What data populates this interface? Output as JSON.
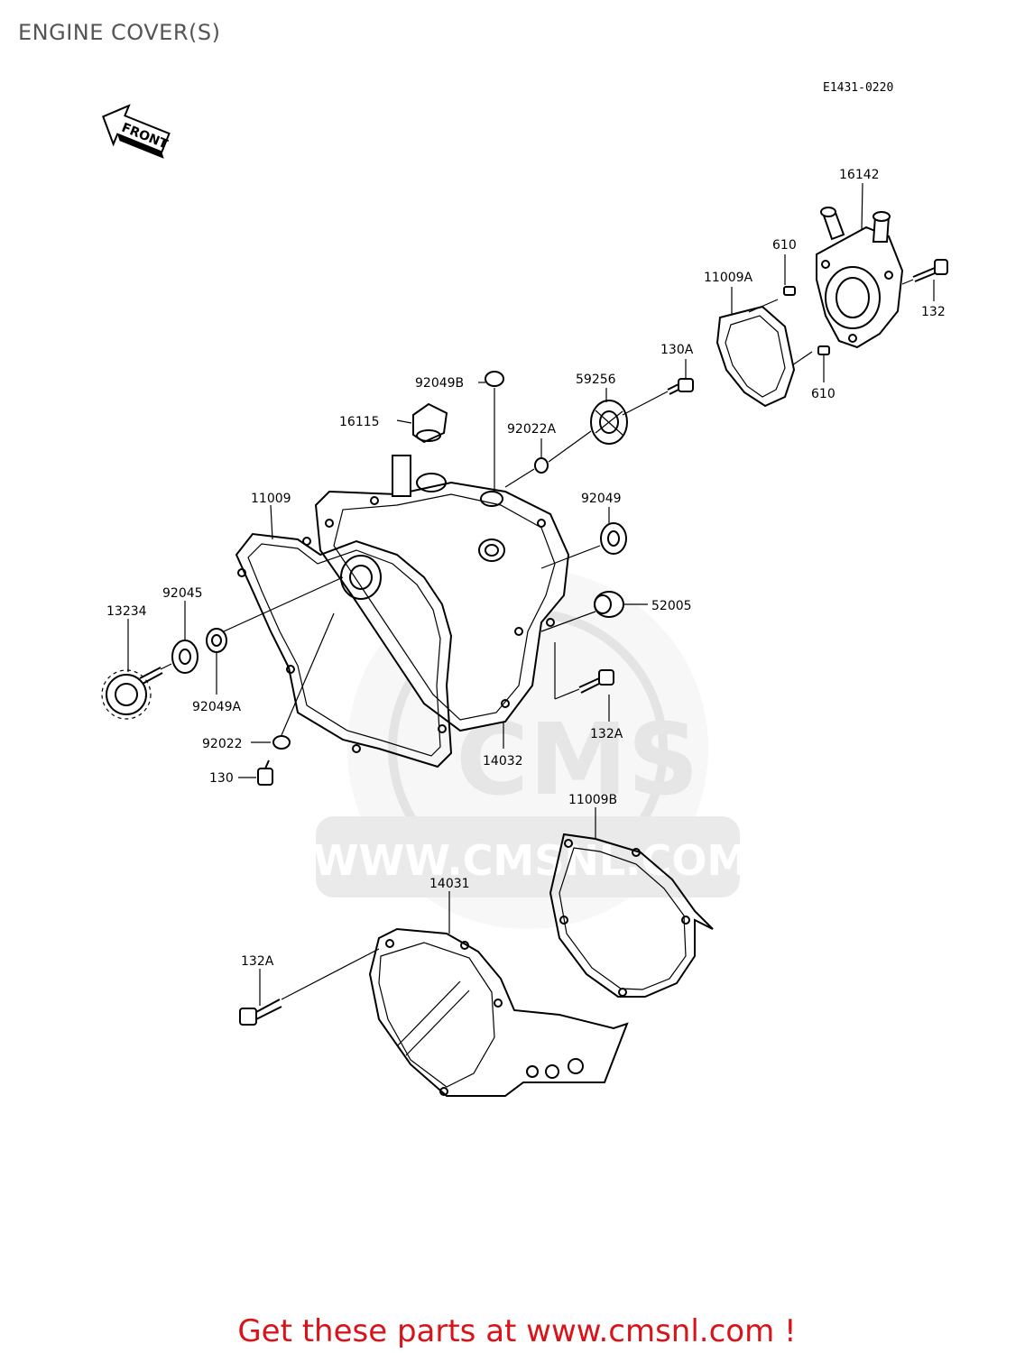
{
  "page": {
    "title": "ENGINE COVER(S)",
    "diagram_code": "E1431-0220",
    "front_label": "FRONT",
    "footer_text": "Get these parts at www.cmsnl.com !"
  },
  "watermark": {
    "brand": "CMS",
    "url": "WWW.CMSNL.COM"
  },
  "parts": [
    {
      "id": "16142",
      "label": "16142"
    },
    {
      "id": "610-top",
      "label": "610"
    },
    {
      "id": "11009A",
      "label": "11009A"
    },
    {
      "id": "132",
      "label": "132"
    },
    {
      "id": "130A",
      "label": "130A"
    },
    {
      "id": "610-bottom",
      "label": "610"
    },
    {
      "id": "92049B",
      "label": "92049B"
    },
    {
      "id": "59256",
      "label": "59256"
    },
    {
      "id": "16115",
      "label": "16115"
    },
    {
      "id": "92022A",
      "label": "92022A"
    },
    {
      "id": "11009",
      "label": "11009"
    },
    {
      "id": "92049",
      "label": "92049"
    },
    {
      "id": "52005",
      "label": "52005"
    },
    {
      "id": "92045",
      "label": "92045"
    },
    {
      "id": "13234",
      "label": "13234"
    },
    {
      "id": "92049A",
      "label": "92049A"
    },
    {
      "id": "132A-top",
      "label": "132A"
    },
    {
      "id": "14032",
      "label": "14032"
    },
    {
      "id": "92022",
      "label": "92022"
    },
    {
      "id": "130",
      "label": "130"
    },
    {
      "id": "11009B",
      "label": "11009B"
    },
    {
      "id": "14031",
      "label": "14031"
    },
    {
      "id": "132A-bottom",
      "label": "132A"
    }
  ]
}
